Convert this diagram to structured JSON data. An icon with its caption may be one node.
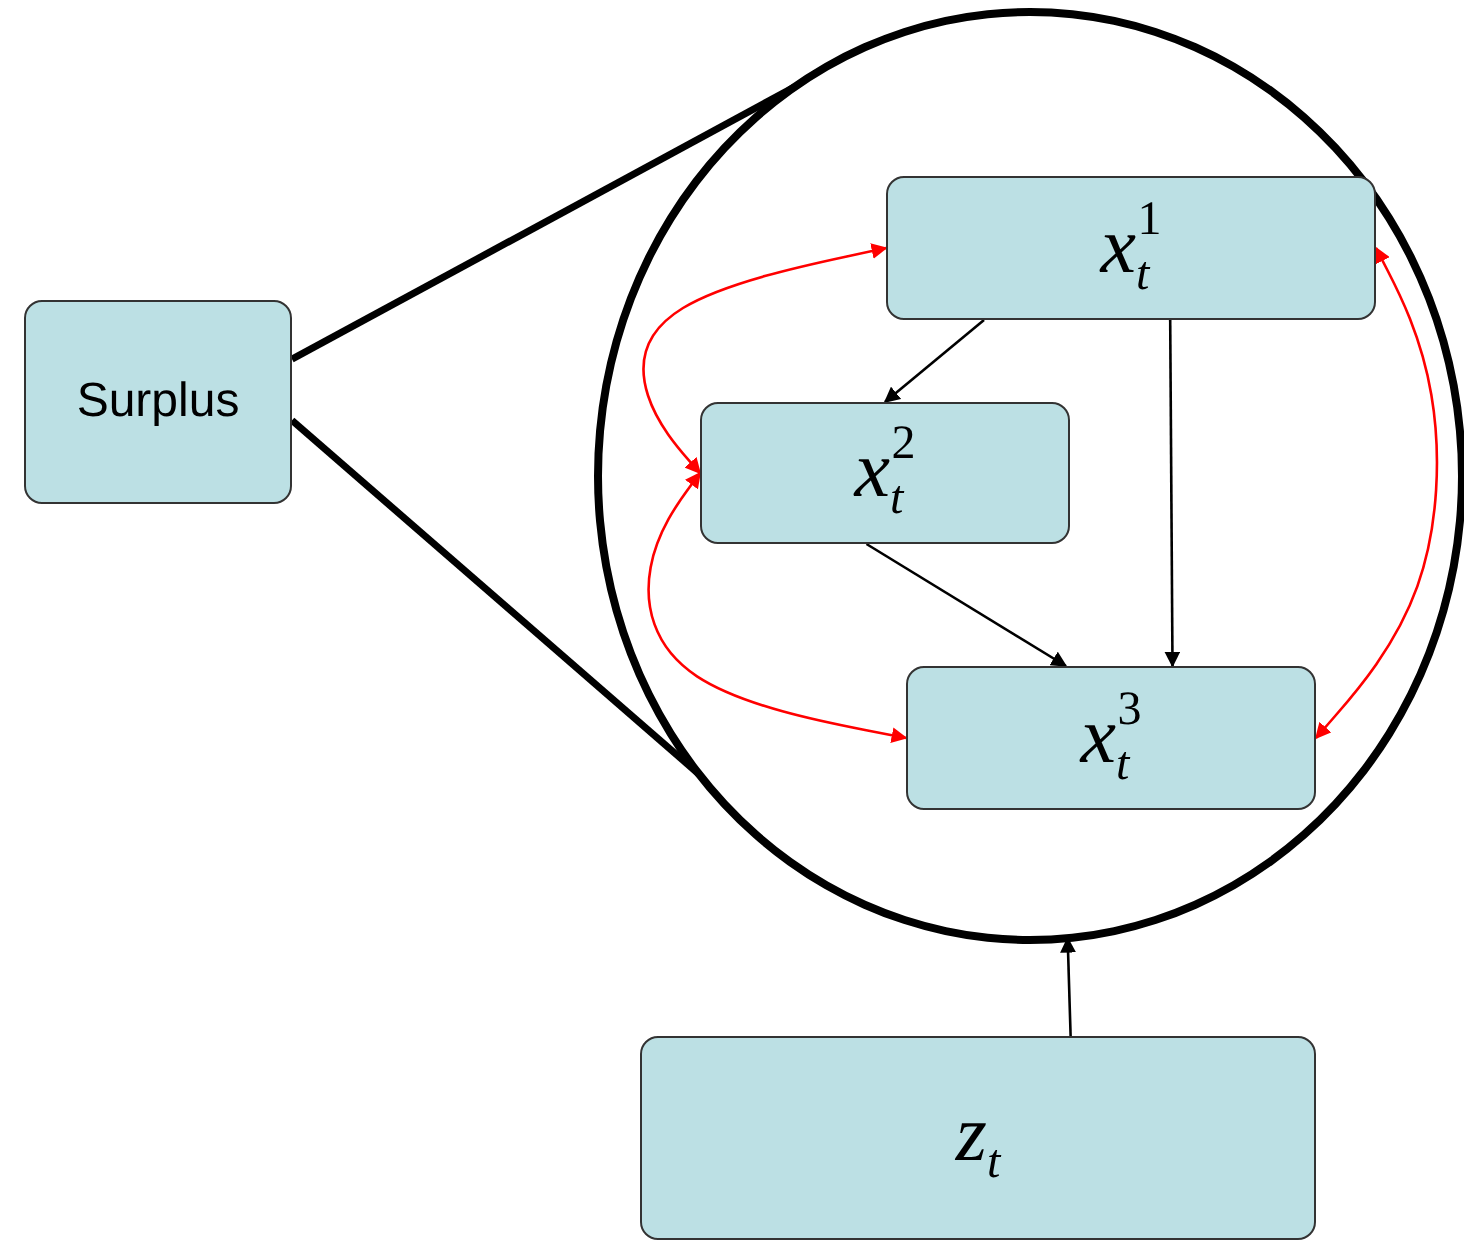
{
  "diagram": {
    "nodes": [
      {
        "text": [
          "Surplus"
        ]
      },
      {
        "text": [],
        "shape": "circle"
      },
      {
        "text": [
          "x$_{t}$$^{1}$"
        ],
        "in": 1
      },
      {
        "text": [
          "x$_{t}$$^{2}$"
        ],
        "in": 1
      },
      {
        "text": [
          "x$_{t}$$^{3}$"
        ],
        "in": 1
      },
      {
        "text": [
          "z$_{t}$"
        ]
      }
    ],
    "edges": [
      {
        "from": 0,
        "to": 1,
        "arrow": "none",
        "style": "thick"
      },
      {
        "from": 0,
        "to": 1,
        "arrow": "none",
        "style": "thick"
      },
      {
        "from": 5,
        "to": 1,
        "arrow": "to"
      },
      {
        "from": 2,
        "to": 3,
        "arrow": "to"
      },
      {
        "from": 2,
        "to": 4,
        "arrow": "to"
      },
      {
        "from": 3,
        "to": 4,
        "arrow": "to"
      },
      {
        "from": 2,
        "to": 3,
        "arrow": "both",
        "color": "#ff0000"
      },
      {
        "from": 3,
        "to": 4,
        "arrow": "both",
        "color": "#ff0000"
      },
      {
        "from": 2,
        "to": 4,
        "arrow": "both",
        "color": "#ff0000"
      }
    ]
  }
}
